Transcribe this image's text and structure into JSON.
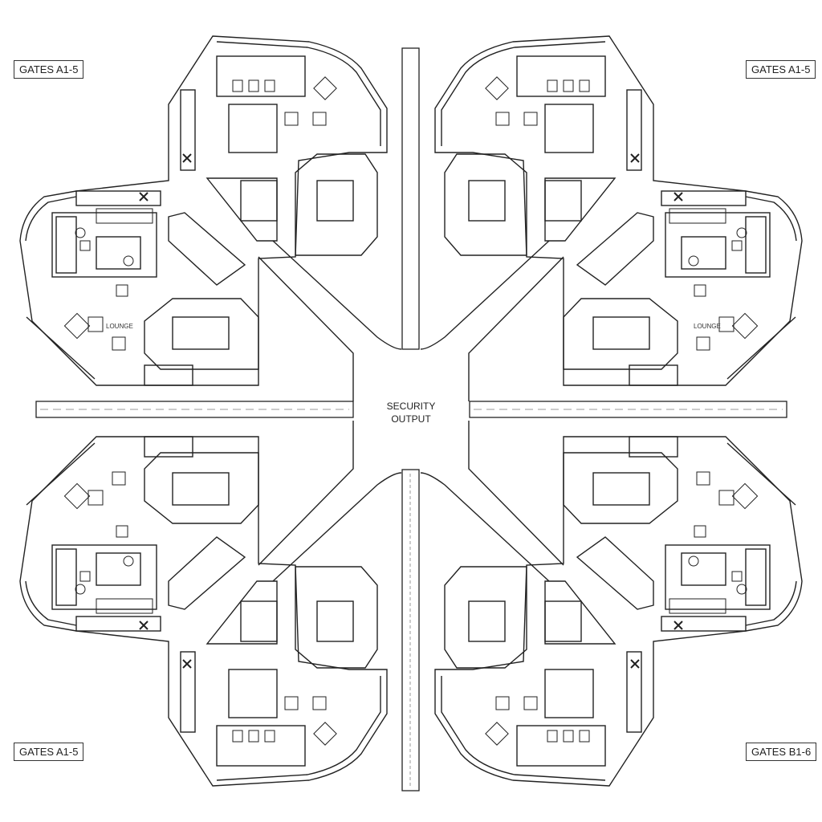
{
  "gates": [
    {
      "label": "GATES A1-5",
      "quadrant": "top-left"
    },
    {
      "label": "GATES A1-5",
      "quadrant": "top-right"
    },
    {
      "label": "GATES A1-5",
      "quadrant": "bottom-left"
    },
    {
      "label": "GATES B1-6",
      "quadrant": "bottom-right"
    }
  ],
  "center": {
    "line1": "SECURITY",
    "line2": "OUTPUT"
  },
  "rooms": {
    "lounge_left": "LOUNGE",
    "lounge_right": "LOUNGE"
  },
  "colors": {
    "line": "#222222",
    "background": "#ffffff"
  }
}
